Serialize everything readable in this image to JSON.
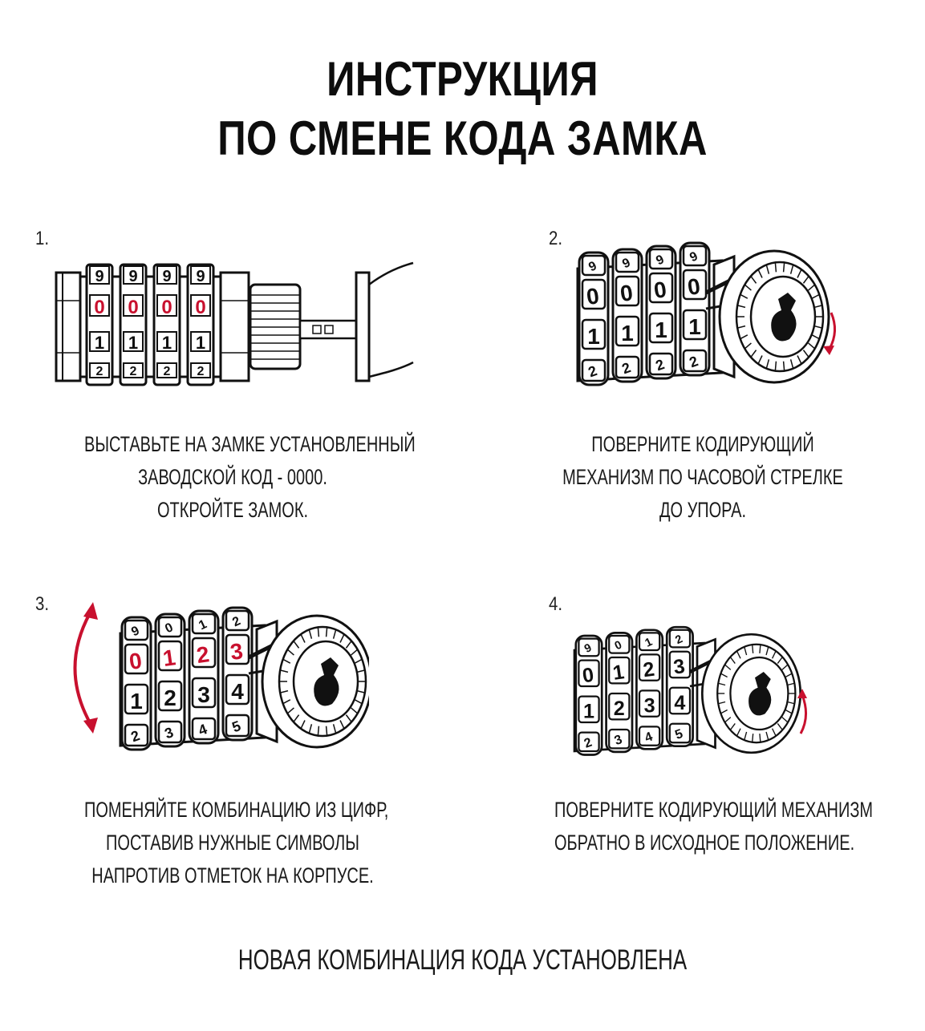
{
  "title": {
    "line1": "ИНСТРУКЦИЯ",
    "line2": "ПО СМЕНЕ КОДА ЗАМКА"
  },
  "steps": [
    {
      "number": "1.",
      "caption": [
        "ВЫСТАВЬТЕ НА ЗАМКЕ УСТАНОВЛЕННЫЙ",
        "ЗАВОДСКОЙ КОД - 0000.",
        "ОТКРОЙТЕ ЗАМОК."
      ],
      "wheels": {
        "top": [
          "9",
          "9",
          "9",
          "9"
        ],
        "middle": [
          "0",
          "0",
          "0",
          "0"
        ],
        "lower": [
          "1",
          "1",
          "1",
          "1"
        ],
        "bottom": [
          "2",
          "2",
          "2",
          "2"
        ]
      }
    },
    {
      "number": "2.",
      "caption": [
        "ПОВЕРНИТЕ КОДИРУЮЩИЙ",
        "МЕХАНИЗМ ПО ЧАСОВОЙ СТРЕЛКЕ",
        "ДО УПОРА."
      ],
      "wheels": {
        "top": [
          "9",
          "9",
          "9",
          "9"
        ],
        "middle": [
          "0",
          "0",
          "0",
          "0"
        ],
        "lower": [
          "1",
          "1",
          "1",
          "1"
        ],
        "bottom": [
          "2",
          "2",
          "2",
          "2"
        ]
      }
    },
    {
      "number": "3.",
      "caption": [
        "ПОМЕНЯЙТЕ КОМБИНАЦИЮ ИЗ ЦИФР,",
        "ПОСТАВИВ НУЖНЫЕ СИМВОЛЫ",
        "НАПРОТИВ ОТМЕТОК НА КОРПУСЕ."
      ],
      "wheels": {
        "top": [
          "9",
          "0",
          "1",
          "2"
        ],
        "middle": [
          "0",
          "1",
          "2",
          "3"
        ],
        "lower": [
          "1",
          "2",
          "3",
          "4"
        ],
        "bottom": [
          "2",
          "3",
          "4",
          "5"
        ]
      }
    },
    {
      "number": "4.",
      "caption": [
        "ПОВЕРНИТЕ КОДИРУЮЩИЙ МЕХАНИЗМ",
        "ОБРАТНО В ИСХОДНОЕ ПОЛОЖЕНИЕ."
      ],
      "wheels": {
        "top": [
          "9",
          "0",
          "1",
          "2"
        ],
        "middle": [
          "0",
          "1",
          "2",
          "3"
        ],
        "lower": [
          "1",
          "2",
          "3",
          "4"
        ],
        "bottom": [
          "2",
          "3",
          "4",
          "5"
        ]
      }
    }
  ],
  "footer": "НОВАЯ КОМБИНАЦИЯ КОДА УСТАНОВЛЕНА",
  "colors": {
    "accent": "#c8102e",
    "ink": "#111111",
    "background": "#ffffff"
  },
  "icons": {
    "rotate_clockwise": "curved-arrow-down-icon",
    "rotate_counterclockwise": "curved-arrow-up-icon",
    "both_directions": "double-curved-arrow-icon"
  }
}
